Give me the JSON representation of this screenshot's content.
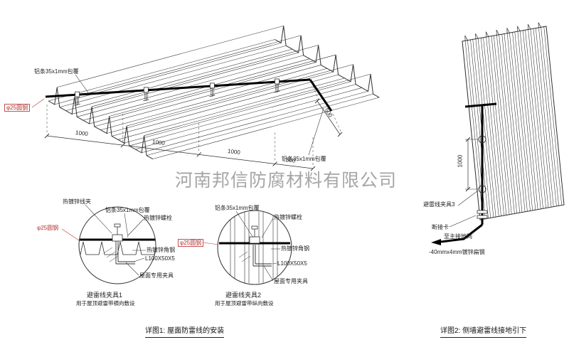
{
  "watermark": "河南邦信防腐材料有限公司",
  "colors": {
    "line": "#2f2f2f",
    "red": "#b03232",
    "wire": "#000000"
  },
  "detail1": {
    "caption": "详图1: 屋面防雷线的安装",
    "labels": {
      "alu_strip_top": "铝条35x1mm包覆",
      "alu_strip_slope": "铝条35x1mm包覆",
      "round_steel": "φ25圆钢"
    },
    "dims": [
      "1000",
      "1000",
      "1000",
      "500",
      "500"
    ],
    "clamp1": {
      "title": "避雷线夹具1",
      "subtitle": "用于屋顶避雷带横向敷设",
      "wire_clip": "热镀锌线夹",
      "alu_strip": "铝条35x1mm包覆",
      "bolt": "热镀锌螺栓",
      "round_steel": "φ25圆钢",
      "angle_steel": "热镀锌角钢",
      "angle_spec": "L100X50X5",
      "roof_clamp": "屋面专用夹具"
    },
    "clamp2": {
      "title": "避雷线夹具2",
      "subtitle": "用于屋顶避雷带纵向敷设",
      "alu_strip": "铝条35x1mm包覆",
      "bolt": "热镀锌螺栓",
      "round_steel": "φ25圆钢",
      "angle_steel": "热镀锌角钢",
      "angle_spec": "L100X50X5",
      "roof_clamp": "屋面专用夹具"
    }
  },
  "detail2": {
    "caption": "详图2: 侧墙避雷线接地引下",
    "clamp3": "避雷线夹具3",
    "disconnect": "断接卡",
    "to_ground": "至主接地网",
    "flat_steel": "-40mmx4mm镀锌扁钢",
    "dim": "1000"
  }
}
